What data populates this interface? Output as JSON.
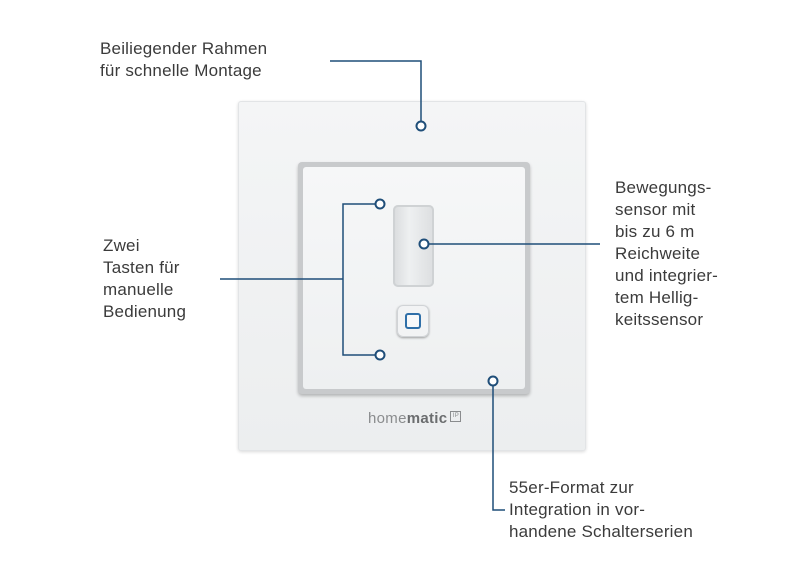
{
  "callouts": {
    "frame": {
      "lines": [
        "Beiliegender Rahmen",
        "für schnelle Montage"
      ]
    },
    "buttons": {
      "lines": [
        "Zwei",
        "Tasten für",
        "manuelle",
        "Bedienung"
      ]
    },
    "motion_sensor": {
      "lines": [
        "Bewegungs-",
        "sensor mit",
        "bis zu 6 m",
        "Reichweite",
        "und integrier-",
        "tem Hellig-",
        "keitssensor"
      ]
    },
    "format": {
      "lines": [
        "55er-Format zur",
        "Integration in vor-",
        "handene Schalterserien"
      ]
    }
  },
  "device": {
    "logo_light": "home",
    "logo_bold": "matic",
    "logo_mark": "IP"
  },
  "colors": {
    "leader": "#1f4e79",
    "text": "#3b3b3b",
    "button_accent": "#2f6fa8"
  }
}
